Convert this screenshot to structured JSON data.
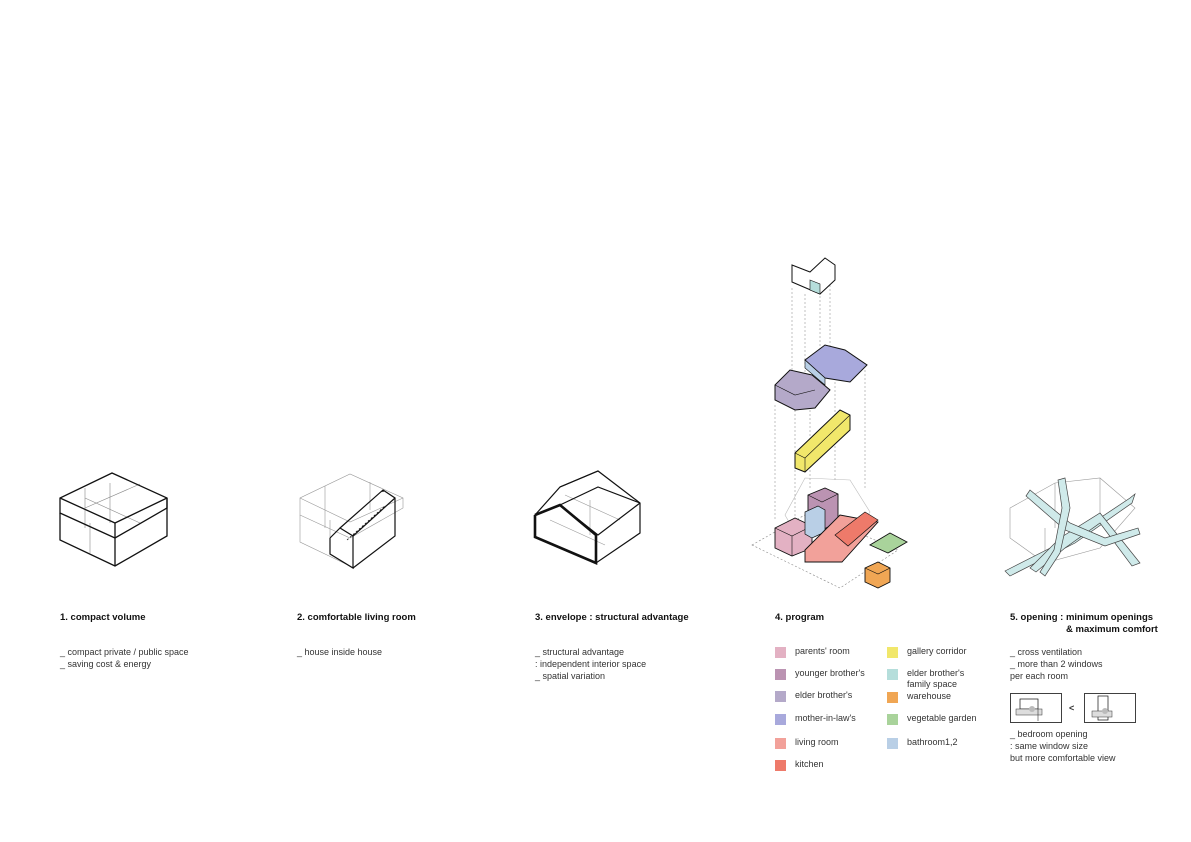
{
  "panels": [
    {
      "title": "1. compact volume",
      "lines": [
        "_ compact private / public space",
        "_ saving cost & energy"
      ]
    },
    {
      "title": "2. comfortable living room",
      "lines": [
        "_ house inside house"
      ]
    },
    {
      "title": "3. envelope : structural advantage",
      "lines": [
        "_ structural advantage",
        "  : independent interior space",
        "_ spatial variation"
      ]
    },
    {
      "title": "4. program",
      "legend": [
        {
          "label": "parents' room",
          "color": "#e3b1c3"
        },
        {
          "label": "younger brother's",
          "color": "#bb93b2"
        },
        {
          "label": "elder brother's",
          "color": "#b4a9c9"
        },
        {
          "label": "mother-in-law's",
          "color": "#a8a9dc"
        },
        {
          "label": "living room",
          "color": "#f2a19a"
        },
        {
          "label": "kitchen",
          "color": "#ee7a6a"
        },
        {
          "label": "gallery corridor",
          "color": "#f1e76b"
        },
        {
          "label": "elder brother's",
          "label2": "family space",
          "color": "#b5dedb"
        },
        {
          "label": "warehouse",
          "color": "#f0a654"
        },
        {
          "label": "vegetable garden",
          "color": "#a9d39b"
        },
        {
          "label": "bathroom1,2",
          "color": "#b9cfe6"
        }
      ]
    },
    {
      "title": "5. opening : minimum openings",
      "title2": "& maximum comfort",
      "lines": [
        "_ cross ventilation",
        "_ more than 2 windows",
        "  per each room"
      ],
      "compare_symbol": "<",
      "lines2": [
        "_ bedroom opening",
        "  : same window size",
        "    but more comfortable view"
      ]
    }
  ]
}
